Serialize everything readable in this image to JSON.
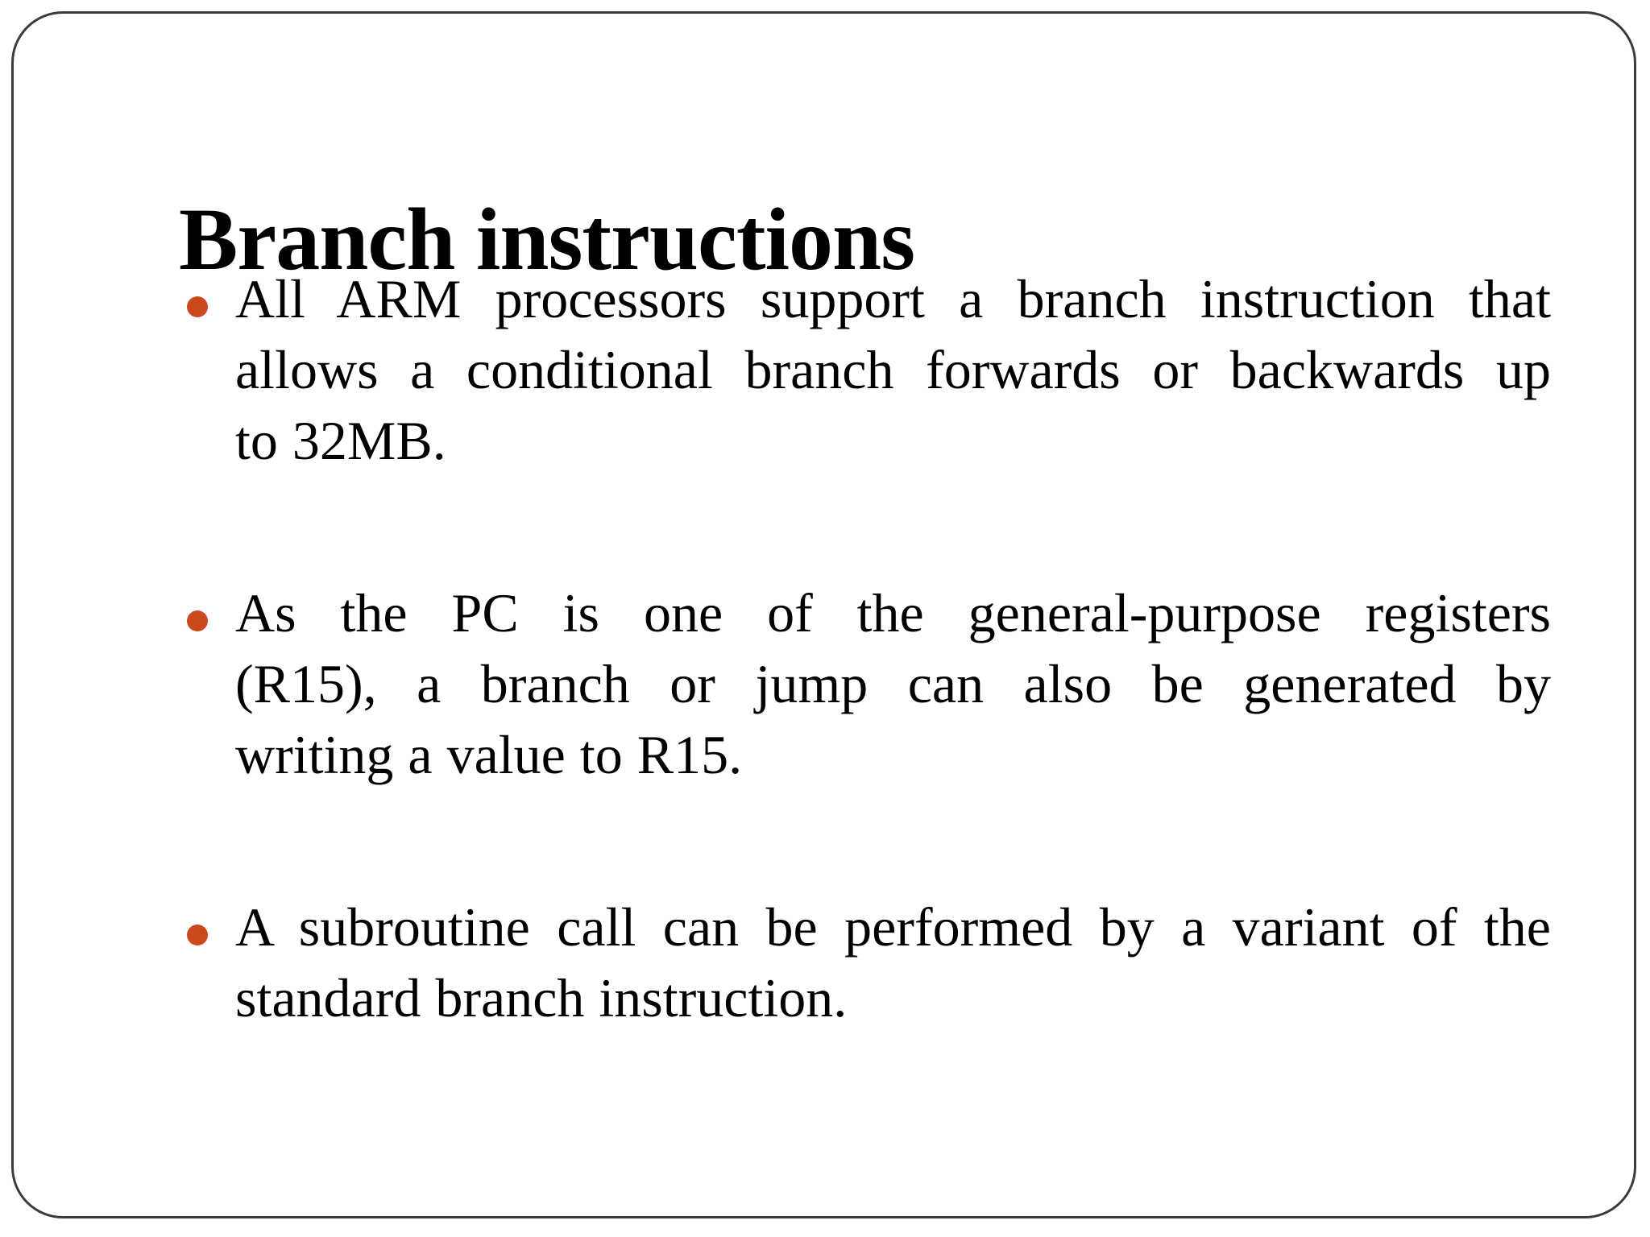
{
  "slide": {
    "title": "Branch instructions",
    "bullets": [
      {
        "text": "All ARM processors support a branch instruction that allows a conditional branch forwards or backwards up to 32MB.",
        "lines": [
          "All ARM processors support a branch instruction that",
          "allows a conditional branch forwards or backwards up",
          "to 32MB."
        ]
      },
      {
        "text": "As the PC is one of the general-purpose registers (R15), a branch or jump can also be generated by writing a value to R15.",
        "lines": [
          "As the PC is one of the general-purpose registers",
          "(R15), a branch or jump can also be generated by",
          "writing a value to R15."
        ]
      },
      {
        "text": "A subroutine call can be performed by a variant of the standard branch instruction.",
        "lines": [
          "A subroutine call can be performed by a variant of the",
          "standard branch instruction."
        ]
      }
    ],
    "bullet_icon": "filled-circle",
    "colors": {
      "bullet": "#cb4a1d",
      "text": "#000000",
      "frame_border": "#3b3b3b",
      "background": "#ffffff"
    }
  }
}
